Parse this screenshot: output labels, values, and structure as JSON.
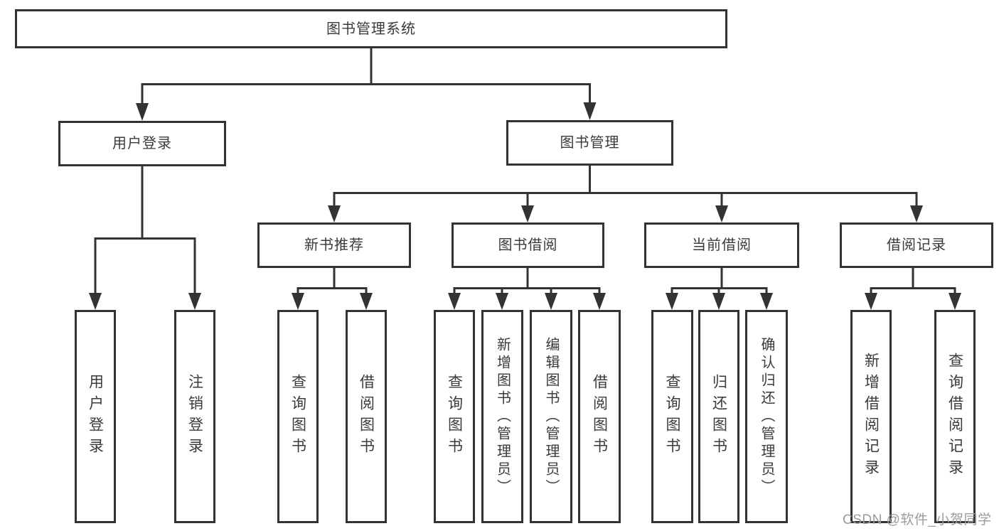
{
  "colors": {
    "line": "#333333",
    "box_border": "#333333",
    "box_fill": "#ffffff",
    "text": "#3a3a3a",
    "watermark": "#9b9b9b"
  },
  "root": {
    "label": "图书管理系统"
  },
  "level2": [
    {
      "label": "用户登录"
    },
    {
      "label": "图书管理"
    }
  ],
  "level3": [
    {
      "label": "新书推荐"
    },
    {
      "label": "图书借阅"
    },
    {
      "label": "当前借阅"
    },
    {
      "label": "借阅记录"
    }
  ],
  "leaves": [
    {
      "label": "用户登录"
    },
    {
      "label": "注销登录"
    },
    {
      "label": "查询图书"
    },
    {
      "label": "借阅图书"
    },
    {
      "label": "查询图书"
    },
    {
      "label": "新增图书（管理员）"
    },
    {
      "label": "编辑图书（管理员）"
    },
    {
      "label": "借阅图书"
    },
    {
      "label": "查询图书"
    },
    {
      "label": "归还图书"
    },
    {
      "label": "确认归还（管理员）"
    },
    {
      "label": "新增借阅记录"
    },
    {
      "label": "查询借阅记录"
    }
  ],
  "watermark": "CSDN @软件_小贺同学"
}
